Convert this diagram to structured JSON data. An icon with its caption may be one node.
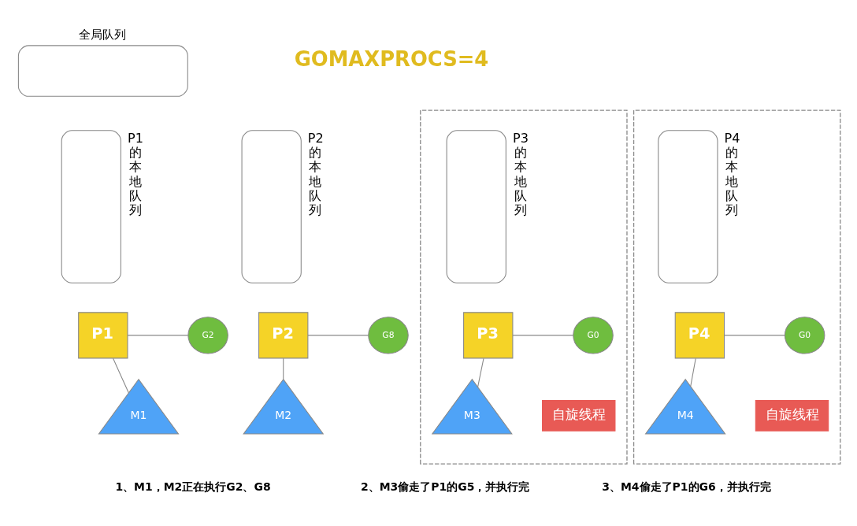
{
  "diagram": {
    "nodes": [
      {
        "text": [
          "全局队列"
        ]
      },
      {
        "text": [
          "P1的本地队列"
        ]
      },
      {
        "text": [
          "P1"
        ]
      },
      {
        "text": [
          "G2"
        ]
      },
      {
        "text": [
          "M1"
        ]
      },
      {
        "text": [
          "P2的本地队列"
        ]
      },
      {
        "text": [
          "P2"
        ]
      },
      {
        "text": [
          "G8"
        ]
      },
      {
        "text": [
          "M2"
        ]
      },
      {
        "text": [],
        "shape": "box"
      },
      {
        "text": [
          "P3的本地队列"
        ],
        "in": 9
      },
      {
        "text": [
          "P3"
        ],
        "in": 9
      },
      {
        "text": [
          "G0"
        ],
        "in": 9
      },
      {
        "text": [
          "M3"
        ],
        "in": 9
      },
      {
        "text": [
          "自旋线程"
        ],
        "in": 9
      },
      {
        "text": [],
        "shape": "box"
      },
      {
        "text": [
          "P4的本地队列"
        ],
        "in": 15
      },
      {
        "text": [
          "P4"
        ],
        "in": 15
      },
      {
        "text": [
          "G0"
        ],
        "in": 15
      },
      {
        "text": [
          "M4"
        ],
        "in": 15
      },
      {
        "text": [
          "自旋线程"
        ],
        "in": 15
      }
    ],
    "edges": [
      {
        "from": 2,
        "to": 3,
        "arrow": "none"
      },
      {
        "from": 2,
        "to": 4,
        "arrow": "none"
      },
      {
        "from": 6,
        "to": 7,
        "arrow": "none"
      },
      {
        "from": 6,
        "to": 8,
        "arrow": "none"
      },
      {
        "from": 11,
        "to": 12,
        "arrow": "none"
      },
      {
        "from": 11,
        "to": 13,
        "arrow": "none"
      },
      {
        "from": 17,
        "to": 18,
        "arrow": "none"
      },
      {
        "from": 17,
        "to": 19,
        "arrow": "none"
      }
    ],
    "labels": [
      "GOMAXPROCS=4",
      "1、M1，M2正在执行G2、G8",
      "2、M3偷走了P1的G5，并执行完",
      "3、M4偷走了P1的G6，并执行完"
    ]
  }
}
